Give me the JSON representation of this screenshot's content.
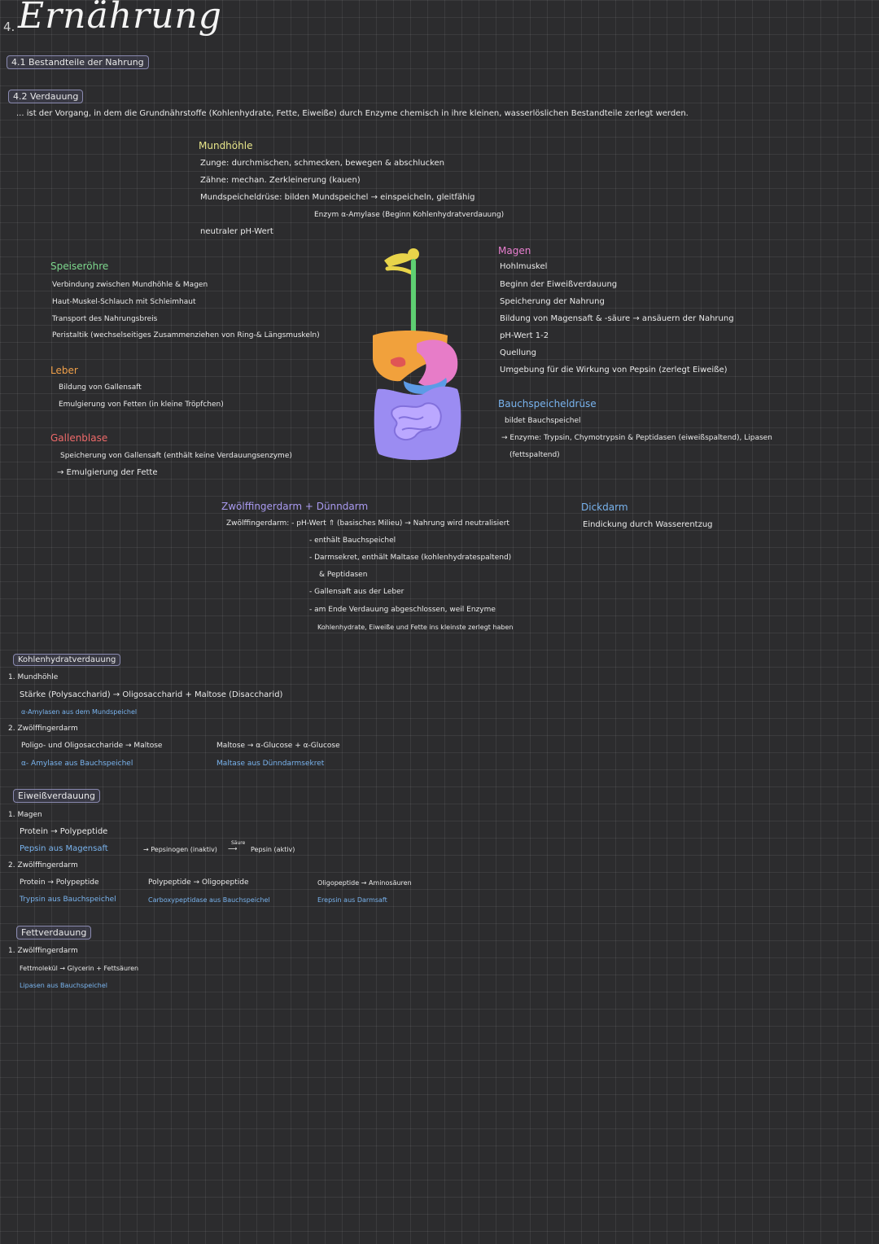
{
  "header": {
    "chapter": "4.",
    "title": "Ernährung",
    "s41": "4.1 Bestandteile der Nahrung",
    "s42": "4.2 Verdauung",
    "definition": "... ist der Vorgang, in dem die Grundnährstoffe (Kohlenhydrate, Fette, Eiweiße) durch Enzyme chemisch in ihre kleinen, wasserlöslichen Bestandteile zerlegt werden."
  },
  "mundhoehle": {
    "title": "Mundhöhle",
    "l1": "Zunge: durchmischen, schmecken, bewegen & abschlucken",
    "l2": "Zähne: mechan. Zerkleinerung (kauen)",
    "l3": "Mundspeicheldrüse: bilden Mundspeichel → einspeicheln, gleitfähig",
    "l4": "Enzym α-Amylase (Beginn Kohlenhydratverdauung)",
    "l5": "neutraler pH-Wert"
  },
  "speiseroehre": {
    "title": "Speiseröhre",
    "l1": "Verbindung zwischen Mundhöhle & Magen",
    "l2": "Haut-Muskel-Schlauch mit Schleimhaut",
    "l3": "Transport des Nahrungsbreis",
    "l4": "Peristaltik (wechselseitiges Zusammenziehen von Ring-& Längsmuskeln)"
  },
  "leber": {
    "title": "Leber",
    "l1": "Bildung von Gallensaft",
    "l2": "Emulgierung von Fetten (in kleine Tröpfchen)"
  },
  "gallenblase": {
    "title": "Gallenblase",
    "l1": "Speicherung von Gallensaft (enthält keine Verdauungsenzyme)",
    "l2": "→ Emulgierung der Fette"
  },
  "magen": {
    "title": "Magen",
    "l1": "Hohlmuskel",
    "l2": "Beginn der Eiweißverdauung",
    "l3": "Speicherung der Nahrung",
    "l4": "Bildung von Magensaft & -säure → ansäuern der Nahrung",
    "l5": "pH-Wert 1-2",
    "l6": "Quellung",
    "l7": "Umgebung für die Wirkung von Pepsin (zerlegt Eiweiße)"
  },
  "bauchspeicheldruese": {
    "title": "Bauchspeicheldrüse",
    "l1": "bildet Bauchspeichel",
    "l2": "→ Enzyme: Trypsin, Chymotrypsin & Peptidasen (eiweißspaltend), Lipasen",
    "l3": "(fettspaltend)"
  },
  "duenndarm": {
    "title": "Zwölffingerdarm + Dünndarm",
    "l1": "Zwölffingerdarm: - pH-Wert ⇑ (basisches Milieu) → Nahrung wird neutralisiert",
    "l2": "- enthält Bauchspeichel",
    "l3": "- Darmsekret, enthält Maltase (kohlenhydratespaltend)",
    "l4": "& Peptidasen",
    "l5": "- Gallensaft aus der Leber",
    "l6": "- am Ende Verdauung abgeschlossen, weil Enzyme",
    "l7": "Kohlenhydrate, Eiweiße und Fette ins kleinste zerlegt haben"
  },
  "dickdarm": {
    "title": "Dickdarm",
    "l1": "Eindickung durch Wasserentzug"
  },
  "kh": {
    "title": "Kohlenhydratverdauung",
    "s1": "1. Mundhöhle",
    "s1a": "Stärke (Polysaccharid) → Oligosaccharid + Maltose (Disaccharid)",
    "s1b": "α-Amylasen aus dem Mundspeichel",
    "s2": "2. Zwölffingerdarm",
    "s2a": "Poligo- und Oligosaccharide → Maltose",
    "s2b": "α- Amylase aus Bauchspeichel",
    "s2c": "Maltose → α-Glucose + α-Glucose",
    "s2d": "Maltase aus Dünndarmsekret"
  },
  "eiweiss": {
    "title": "Eiweißverdauung",
    "s1": "1. Magen",
    "s1a": "Protein → Polypeptide",
    "s1b": "Pepsin aus Magensaft",
    "s1c": "→ Pepsinogen (inaktiv)",
    "s1d": "Säure",
    "s1e": "Pepsin (aktiv)",
    "s2": "2. Zwölffingerdarm",
    "s2a": "Protein → Polypeptide",
    "s2b": "Trypsin aus Bauchspeichel",
    "s2c": "Polypeptide → Oligopeptide",
    "s2d": "Carboxypeptidase aus Bauchspeichel",
    "s2e": "Oligopeptide → Aminosäuren",
    "s2f": "Erepsin aus Darmsaft"
  },
  "fett": {
    "title": "Fettverdauung",
    "s1": "1. Zwölffingerdarm",
    "s1a": "Fettmolekül → Glycerin + Fettsäuren",
    "s1b": "Lipasen aus Bauchspeichel"
  }
}
